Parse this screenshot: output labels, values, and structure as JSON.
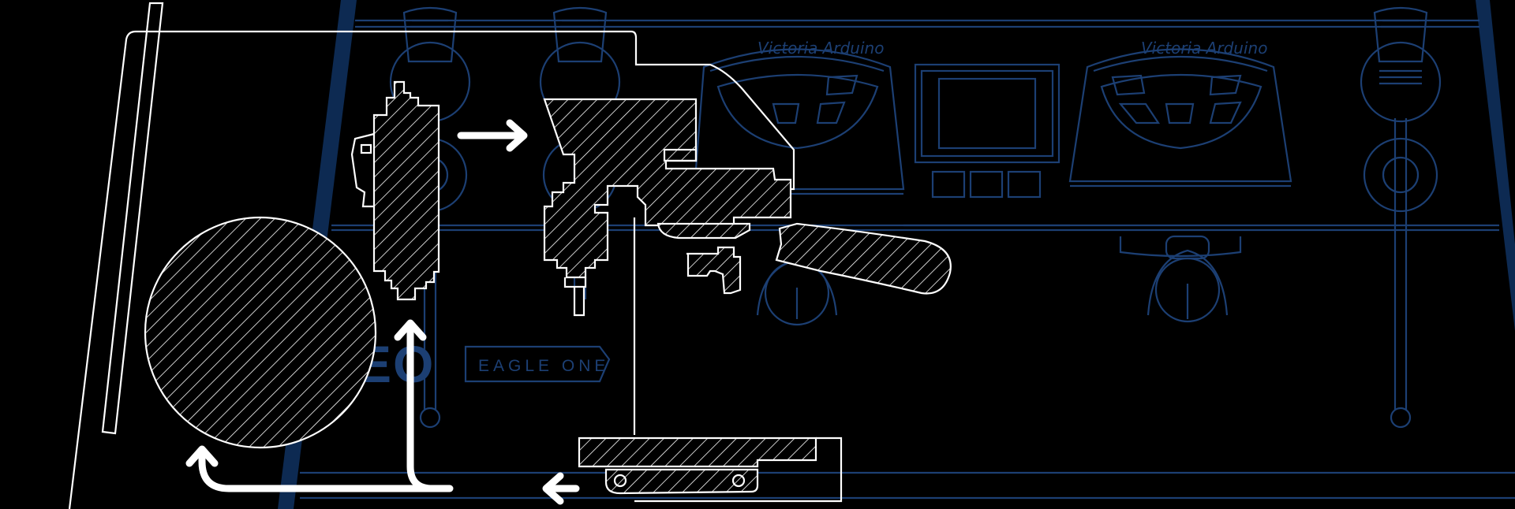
{
  "diagram": {
    "brand_label": "EAGLE ONE",
    "badge_logo": "EO",
    "group_logo": "Victoria Arduino",
    "colors": {
      "background": "#000000",
      "blueprint_line": "#1c3f73",
      "blueprint_fill": "#0d2a52",
      "cutaway_line": "#ffffff"
    },
    "icons": [
      "arrow-right-icon",
      "arrow-up-icon",
      "arrow-left-icon",
      "arrow-curve-up-icon"
    ]
  }
}
